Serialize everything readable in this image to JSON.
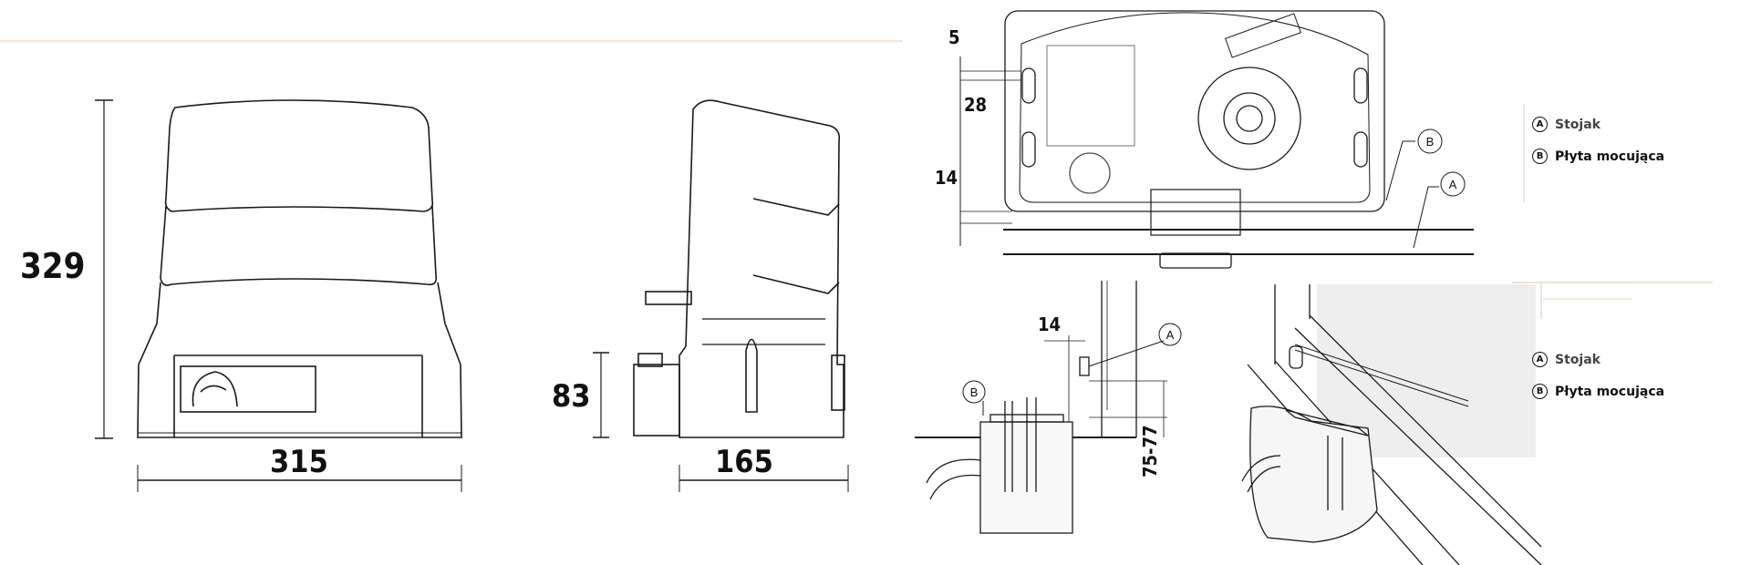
{
  "front_view": {
    "height_label": "329",
    "width_label": "315"
  },
  "side_view": {
    "base_height_label": "83",
    "depth_label": "165"
  },
  "top_view": {
    "dim_top": "5",
    "dim_slot": "28",
    "dim_bottom": "14",
    "callout_a": "A",
    "callout_b": "B"
  },
  "foundation_view": {
    "dim_offset": "14",
    "dim_height": "75-77",
    "callout_a": "A",
    "callout_b": "B"
  },
  "legend_top": {
    "items": [
      {
        "marker": "A",
        "label": "Stojak"
      },
      {
        "marker": "B",
        "label": "Płyta mocująca"
      }
    ]
  },
  "legend_bottom": {
    "items": [
      {
        "marker": "A",
        "label": "Stojak"
      },
      {
        "marker": "B",
        "label": "Płyta mocująca"
      }
    ]
  },
  "colors": {
    "line": "#1a1a1a",
    "accent_rule": "#f3dcc0"
  }
}
